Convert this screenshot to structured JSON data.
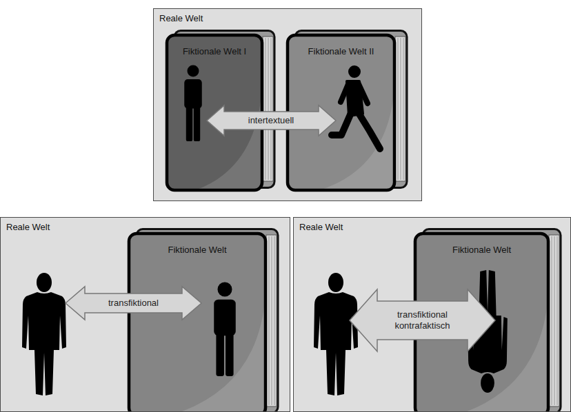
{
  "diagram": {
    "nodes": [
      {
        "text": [
          "Reale Welt"
        ]
      },
      {
        "text": [
          "Fiktionale Welt I"
        ],
        "in": 0
      },
      {
        "text": [
          "Fiktionale Welt II"
        ],
        "in": 0
      },
      {
        "text": [
          "Reale Welt"
        ]
      },
      {
        "text": [
          "Fiktionale Welt"
        ],
        "in": 3
      },
      {
        "text": [
          "Reale Welt"
        ]
      },
      {
        "text": [
          "Fiktionale Welt"
        ],
        "in": 5
      }
    ],
    "labels": [
      "intertextuell",
      "transfiktional",
      "transfiktional kontrafaktisch"
    ]
  }
}
